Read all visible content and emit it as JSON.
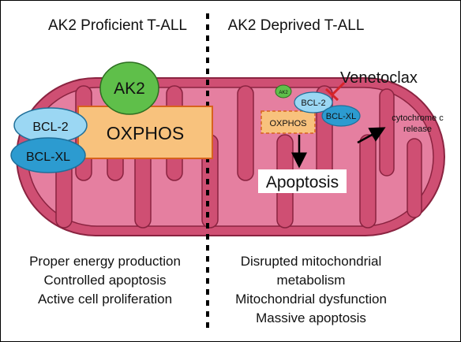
{
  "left_panel": {
    "title": "AK2 Proficient T-ALL",
    "ak2": "AK2",
    "oxphos": "OXPHOS",
    "bcl2": "BCL-2",
    "bclxl": "BCL-XL",
    "outcomes": [
      "Proper energy production",
      "Controlled apoptosis",
      "Active cell proliferation"
    ]
  },
  "right_panel": {
    "title": "AK2 Deprived T-ALL",
    "ak2": "AK2",
    "oxphos": "OXPHOS",
    "bcl2": "BCL-2",
    "bclxl": "BCL-XL",
    "drug": "Venetoclax",
    "release_line1": "cytochrome c",
    "release_line2": "release",
    "apoptosis": "Apoptosis",
    "outcomes": [
      "Disrupted mitochondrial",
      "metabolism",
      "Mitochondrial dysfunction",
      "Massive apoptosis"
    ]
  },
  "colors": {
    "membrane": "#cf4f73",
    "membrane_stroke": "#8a2340",
    "matrix": "#e57fa0",
    "bcl2": "#9bd7f3",
    "bclxl": "#2c9bd0",
    "oxphos": "#f8c27d",
    "ak2": "#5fbf4a",
    "venetoclax": "#d6242a"
  }
}
